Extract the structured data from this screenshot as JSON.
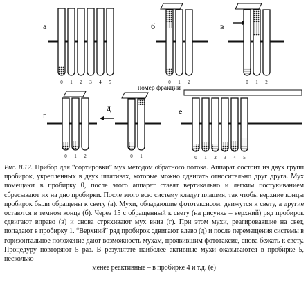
{
  "figure": {
    "panel_letters": [
      "а",
      "б",
      "в",
      "г",
      "д",
      "е"
    ],
    "top_tube_numbers": [
      "0",
      "1",
      "2",
      "3",
      "4",
      "5"
    ],
    "b_tube_numbers": [
      "0",
      "1",
      "2"
    ],
    "v_tube_numbers": [
      "0",
      "1",
      "2"
    ],
    "g_tube_numbers": [
      "0",
      "1",
      "2"
    ],
    "d_tube_numbers": [
      "0",
      "1"
    ],
    "e_tube_numbers": [
      "0",
      "1",
      "2",
      "3",
      "4",
      "5"
    ],
    "center_label": "номер фракции",
    "ink_color": "#111111",
    "fly_color": "#222222"
  },
  "caption": {
    "lead": "Рис. 8.12.",
    "body": "Прибор для “сортировки” мух методом обратного потока. Аппарат состоит из двух групп пробирок, укрепленных в двух штативах, которые можно сдвигать относительно друг друга. Мух помещают в пробирку 0, после этого аппарат ставят вертикально и легким постукиванием сбрасывают их на дно пробирки. После этого всю систему кладут плашмя, так чтобы верхние концы пробирок были обращены к свету (а). Мухи, обладающие фототаксисом, движутся к свету, а другие остаются в темном конце (б). Через 15 с обращенный к свету (на рисунке – верхний) ряд пробирок сдвигают вправо (в) и снова стряхивают мух вниз (г). При этом мухи, реагировавшие на свет, попадают в пробирку 1. “Верхний” ряд пробирок сдвигают влево (д) и после перемещения системы в горизонтальное положение дают возможность мухам, проявившим фототаксис, снова бежать к свету. Процедуру повторяют 5 раз. В результате наиболее активные мухи оказываются в пробирке 5, несколько",
    "last_line": "менее реактивные – в пробирке 4 и т.д. (е)"
  }
}
